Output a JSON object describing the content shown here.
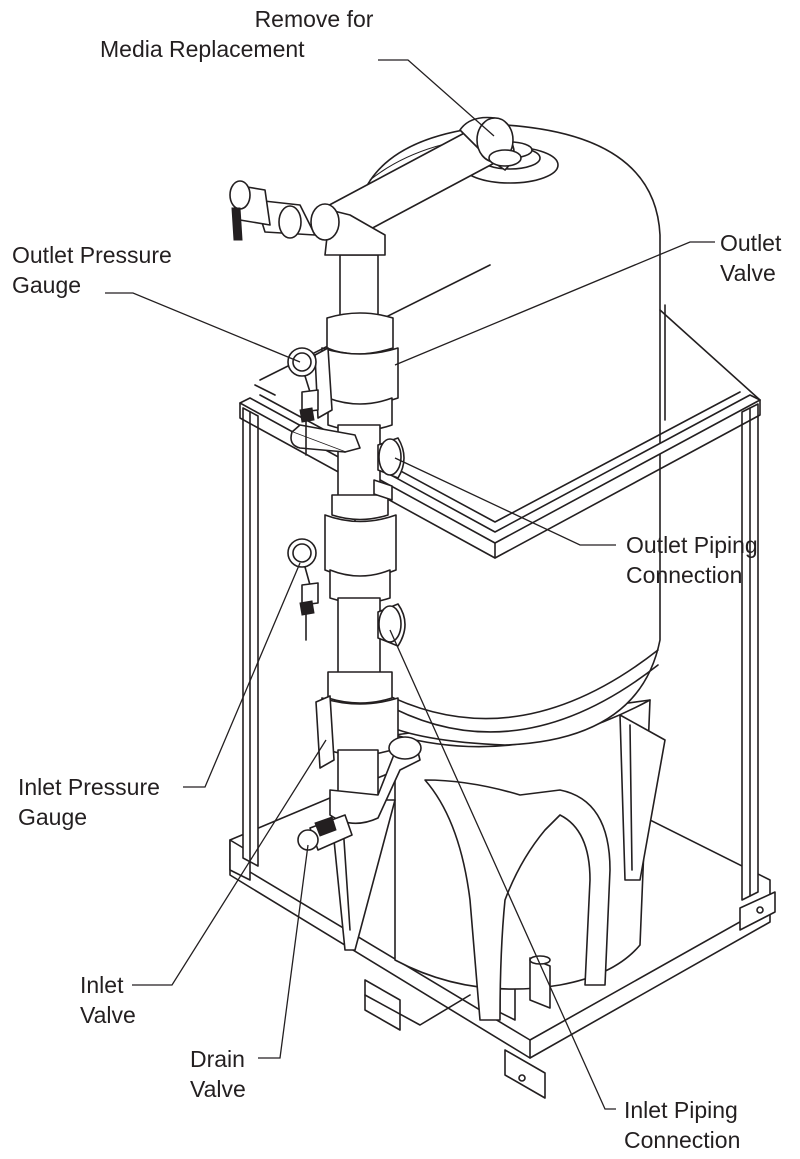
{
  "callouts": {
    "remove_media": {
      "line1": "Remove for",
      "line2": "Media Replacement"
    },
    "outlet_pressure_gauge": {
      "line1": "Outlet Pressure",
      "line2": "Gauge"
    },
    "outlet_valve": {
      "line1": "Outlet",
      "line2": "Valve"
    },
    "outlet_piping_connection": {
      "line1": "Outlet Piping",
      "line2": "Connection"
    },
    "inlet_pressure_gauge": {
      "line1": "Inlet Pressure",
      "line2": "Gauge"
    },
    "inlet_valve": {
      "line1": "Inlet",
      "line2": "Valve"
    },
    "drain_valve": {
      "line1": "Drain",
      "line2": "Valve"
    },
    "inlet_piping_connection": {
      "line1": "Inlet Piping",
      "line2": "Connection"
    }
  },
  "colors": {
    "ink": "#231f20",
    "background": "#ffffff"
  }
}
